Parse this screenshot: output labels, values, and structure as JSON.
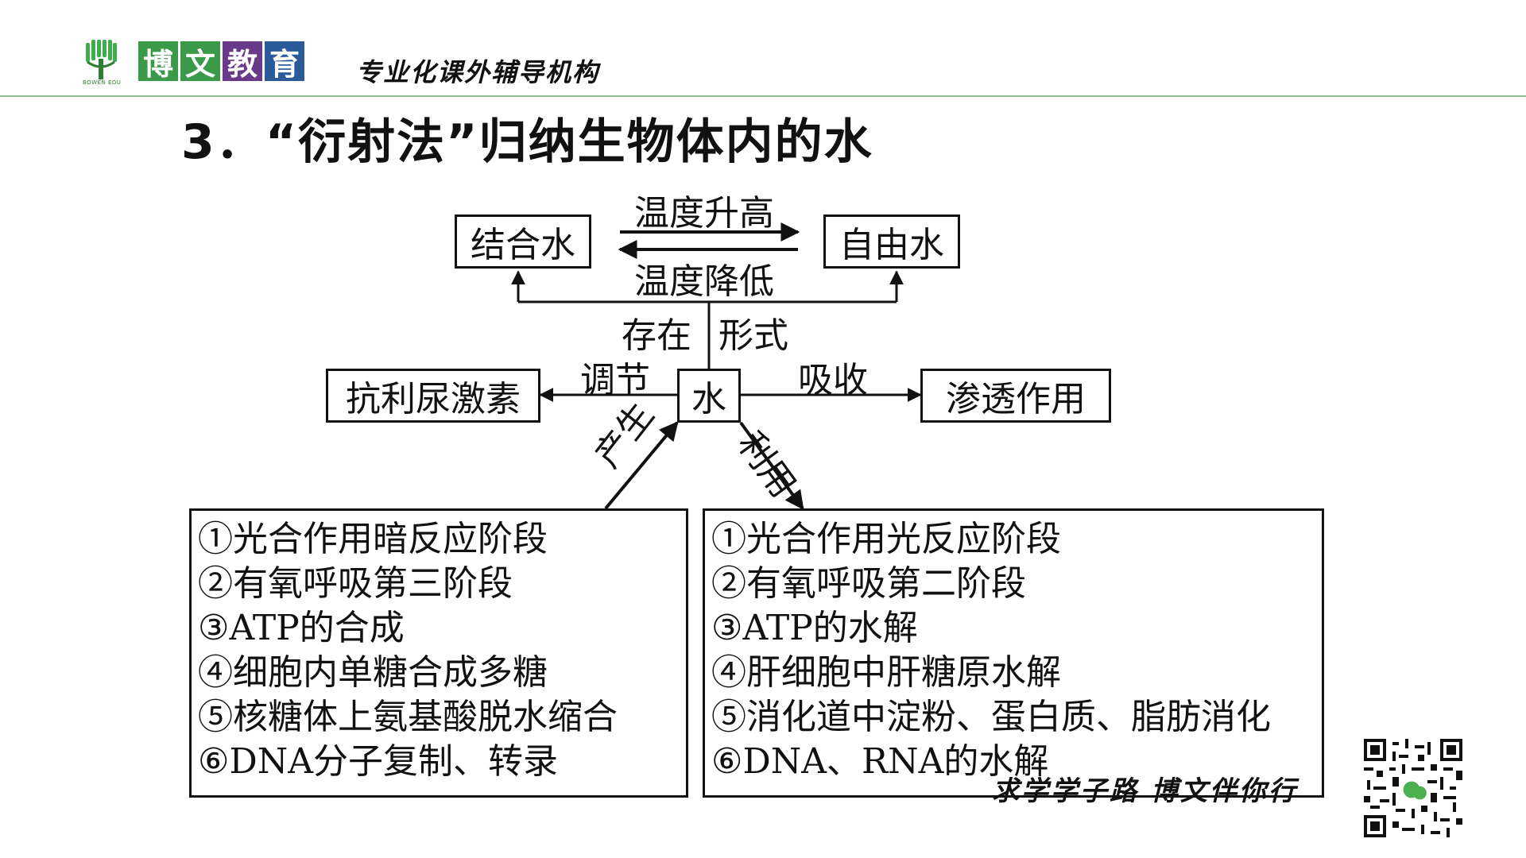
{
  "header": {
    "logo_caption": "BOWEN EDU",
    "logo_chars": [
      "博",
      "文",
      "教",
      "育"
    ],
    "logo_colors": [
      "#3a9a4a",
      "#3a9a4a",
      "#6a3a8a",
      "#2a5a9a"
    ],
    "slogan": "专业化课外辅导机构"
  },
  "title": "3．“衍射法”归纳生物体内的水",
  "diagram": {
    "center": "水",
    "top_left": "结合水",
    "top_right": "自由水",
    "arrow_forward_label": "温度升高",
    "arrow_back_label": "温度降低",
    "existence_label_left": "存在",
    "existence_label_right": "形式",
    "left_label": "调节",
    "left_box": "抗利尿激素",
    "right_label": "吸收",
    "right_box": "渗透作用",
    "produce_label": "产生",
    "use_label": "利用",
    "produce_items": [
      "①光合作用暗反应阶段",
      "②有氧呼吸第三阶段",
      "③ATP的合成",
      "④细胞内单糖合成多糖",
      "⑤核糖体上氨基酸脱水缩合",
      "⑥DNA分子复制、转录"
    ],
    "use_items": [
      "①光合作用光反应阶段",
      "②有氧呼吸第二阶段",
      "③ATP的水解",
      "④肝细胞中肝糖原水解",
      "⑤消化道中淀粉、蛋白质、脂肪消化",
      "⑥DNA、RNA的水解"
    ]
  },
  "footer": {
    "motto": "求学学子路 博文伴你行",
    "qr_icon": "wechat-qr-code-icon"
  }
}
